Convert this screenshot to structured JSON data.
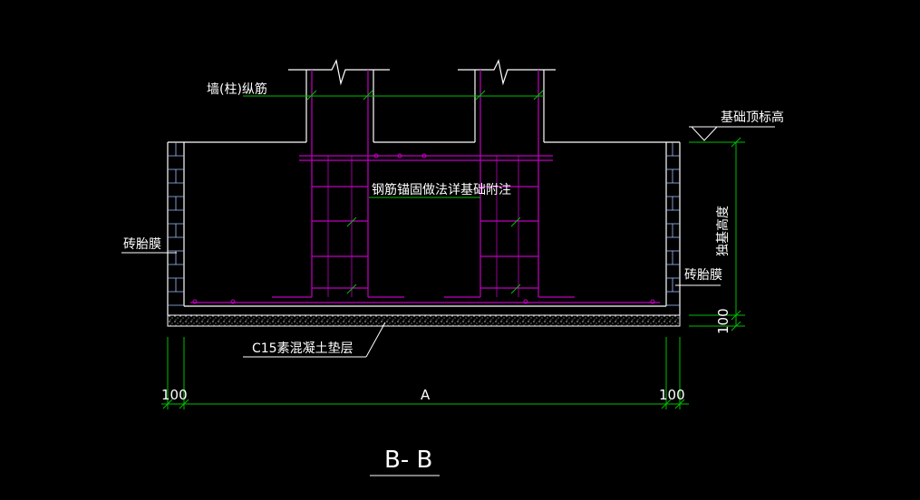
{
  "labels": {
    "wall_rebar": "墙(柱)纵筋",
    "foundation_top": "基础顶标高",
    "anchor_note": "钢筋锚固做法详基础附注",
    "brick_left": "砖胎膜",
    "brick_right": "砖胎膜",
    "foundation_height": "独基高度",
    "cushion_layer": "C15素混凝土垫层",
    "dim_left": "100",
    "dim_center": "A",
    "dim_right": "100",
    "dim_vertical": "100",
    "section_title": "B- B"
  },
  "colors": {
    "background": "#000000",
    "structure": "#ffffff",
    "rebar": "#c000c0",
    "leader": "#00c000",
    "brick": "#a0c0ff"
  }
}
